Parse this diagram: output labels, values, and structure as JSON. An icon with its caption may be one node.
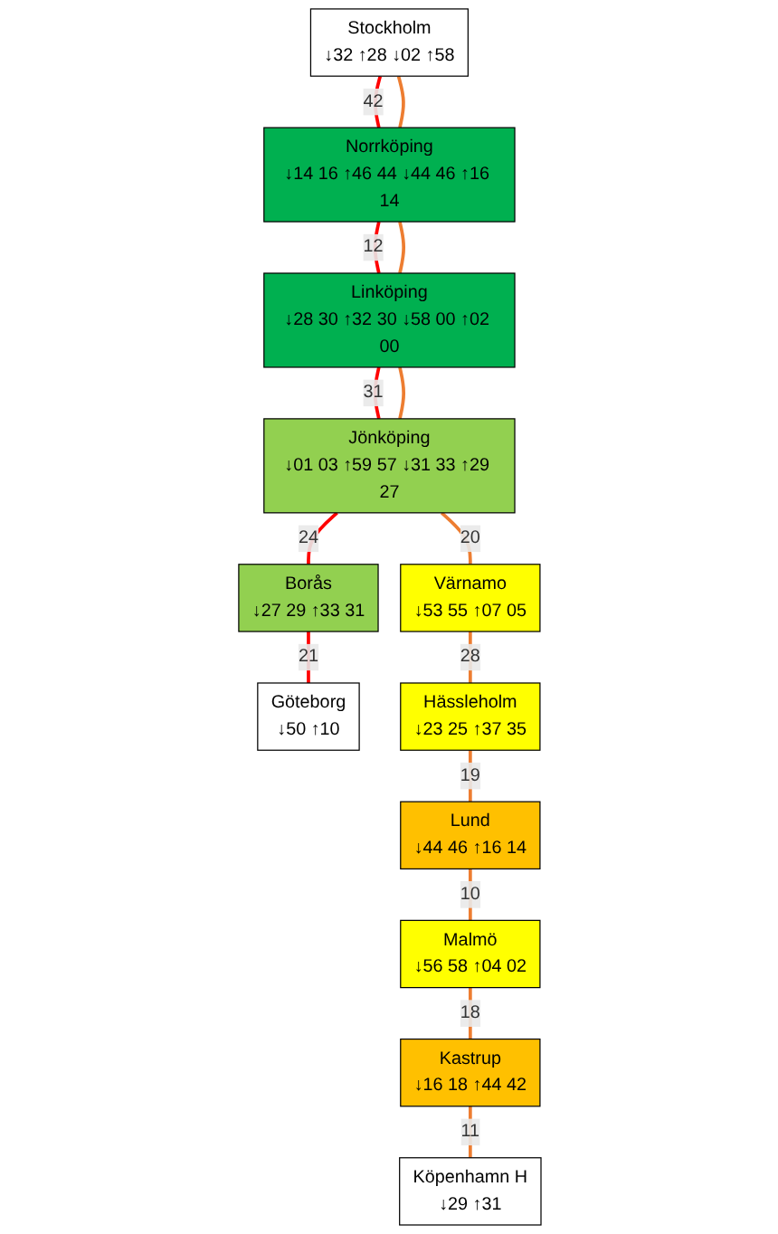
{
  "diagram": {
    "nodes": [
      {
        "text": [
          "Stockholm",
          "↓32 ↑28 ↓02 ↑58"
        ]
      },
      {
        "text": [
          "Norrköping",
          "↓14 16 ↑46 44 ↓44 46 ↑16 14"
        ]
      },
      {
        "text": [
          "Linköping",
          "↓28 30 ↑32 30 ↓58 00 ↑02 00"
        ]
      },
      {
        "text": [
          "Jönköping",
          "↓01 03 ↑59 57 ↓31 33 ↑29 27"
        ]
      },
      {
        "text": [
          "Borås",
          "↓27 29 ↑33 31"
        ]
      },
      {
        "text": [
          "Göteborg",
          "↓50 ↑10"
        ]
      },
      {
        "text": [
          "Värnamo",
          "↓53 55 ↑07 05"
        ]
      },
      {
        "text": [
          "Hässleholm",
          "↓23 25 ↑37 35"
        ]
      },
      {
        "text": [
          "Lund",
          "↓44 46 ↑16 14"
        ]
      },
      {
        "text": [
          "Malmö",
          "↓56 58 ↑04 02"
        ]
      },
      {
        "text": [
          "Kastrup",
          "↓16 18 ↑44 42"
        ]
      },
      {
        "text": [
          "Köpenhamn H",
          "↓29 ↑31"
        ]
      }
    ],
    "edges": [
      {
        "from": 0,
        "to": 1,
        "arrow": "none",
        "label": "42",
        "color": "#ff0000"
      },
      {
        "from": 1,
        "to": 2,
        "arrow": "none",
        "label": "12",
        "color": "#ff0000"
      },
      {
        "from": 2,
        "to": 3,
        "arrow": "none",
        "label": "31",
        "color": "#ff0000"
      },
      {
        "from": 3,
        "to": 4,
        "arrow": "none",
        "label": "24",
        "color": "#ff0000"
      },
      {
        "from": 4,
        "to": 5,
        "arrow": "none",
        "label": "21",
        "color": "#ff0000"
      },
      {
        "from": 0,
        "to": 1,
        "arrow": "none",
        "color": "#ed7d31"
      },
      {
        "from": 1,
        "to": 2,
        "arrow": "none",
        "color": "#ed7d31"
      },
      {
        "from": 2,
        "to": 3,
        "arrow": "none",
        "color": "#ed7d31"
      },
      {
        "from": 3,
        "to": 6,
        "arrow": "none",
        "label": "20",
        "color": "#ed7d31"
      },
      {
        "from": 6,
        "to": 7,
        "arrow": "none",
        "label": "28",
        "color": "#ed7d31"
      },
      {
        "from": 7,
        "to": 8,
        "arrow": "none",
        "label": "19",
        "color": "#ed7d31"
      },
      {
        "from": 8,
        "to": 9,
        "arrow": "none",
        "label": "10",
        "color": "#ed7d31"
      },
      {
        "from": 9,
        "to": 10,
        "arrow": "none",
        "label": "18",
        "color": "#ed7d31"
      },
      {
        "from": 10,
        "to": 11,
        "arrow": "none",
        "label": "11",
        "color": "#ed7d31"
      }
    ]
  }
}
